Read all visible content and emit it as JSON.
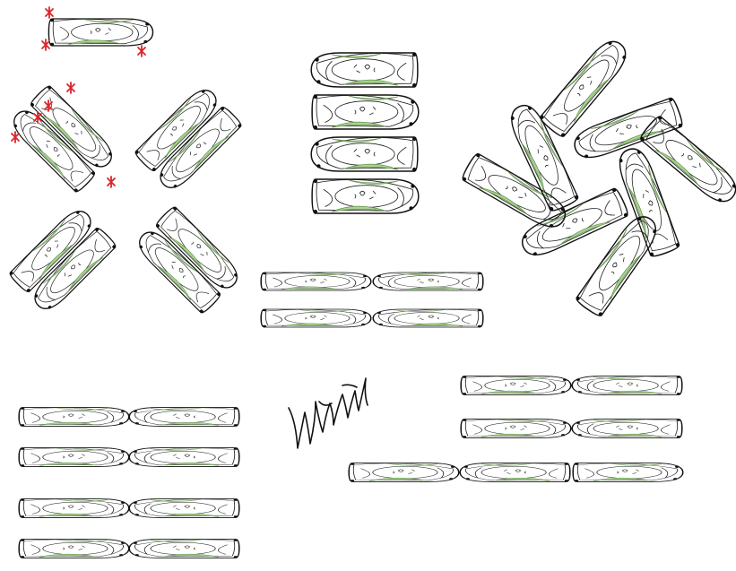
{
  "colors": {
    "ink": "#111111",
    "leaf": "#a9d48f",
    "leaf_dark": "#5f8f4a",
    "marker": "#d9262b",
    "background": "#ffffff"
  },
  "signature": {
    "icon": "signature-scribble"
  },
  "arrangements": [
    "single-tile",
    "four-pair-cross",
    "vertical-stack",
    "pinwheel",
    "two-by-two-flat",
    "two-by-four-grid",
    "staircase"
  ]
}
